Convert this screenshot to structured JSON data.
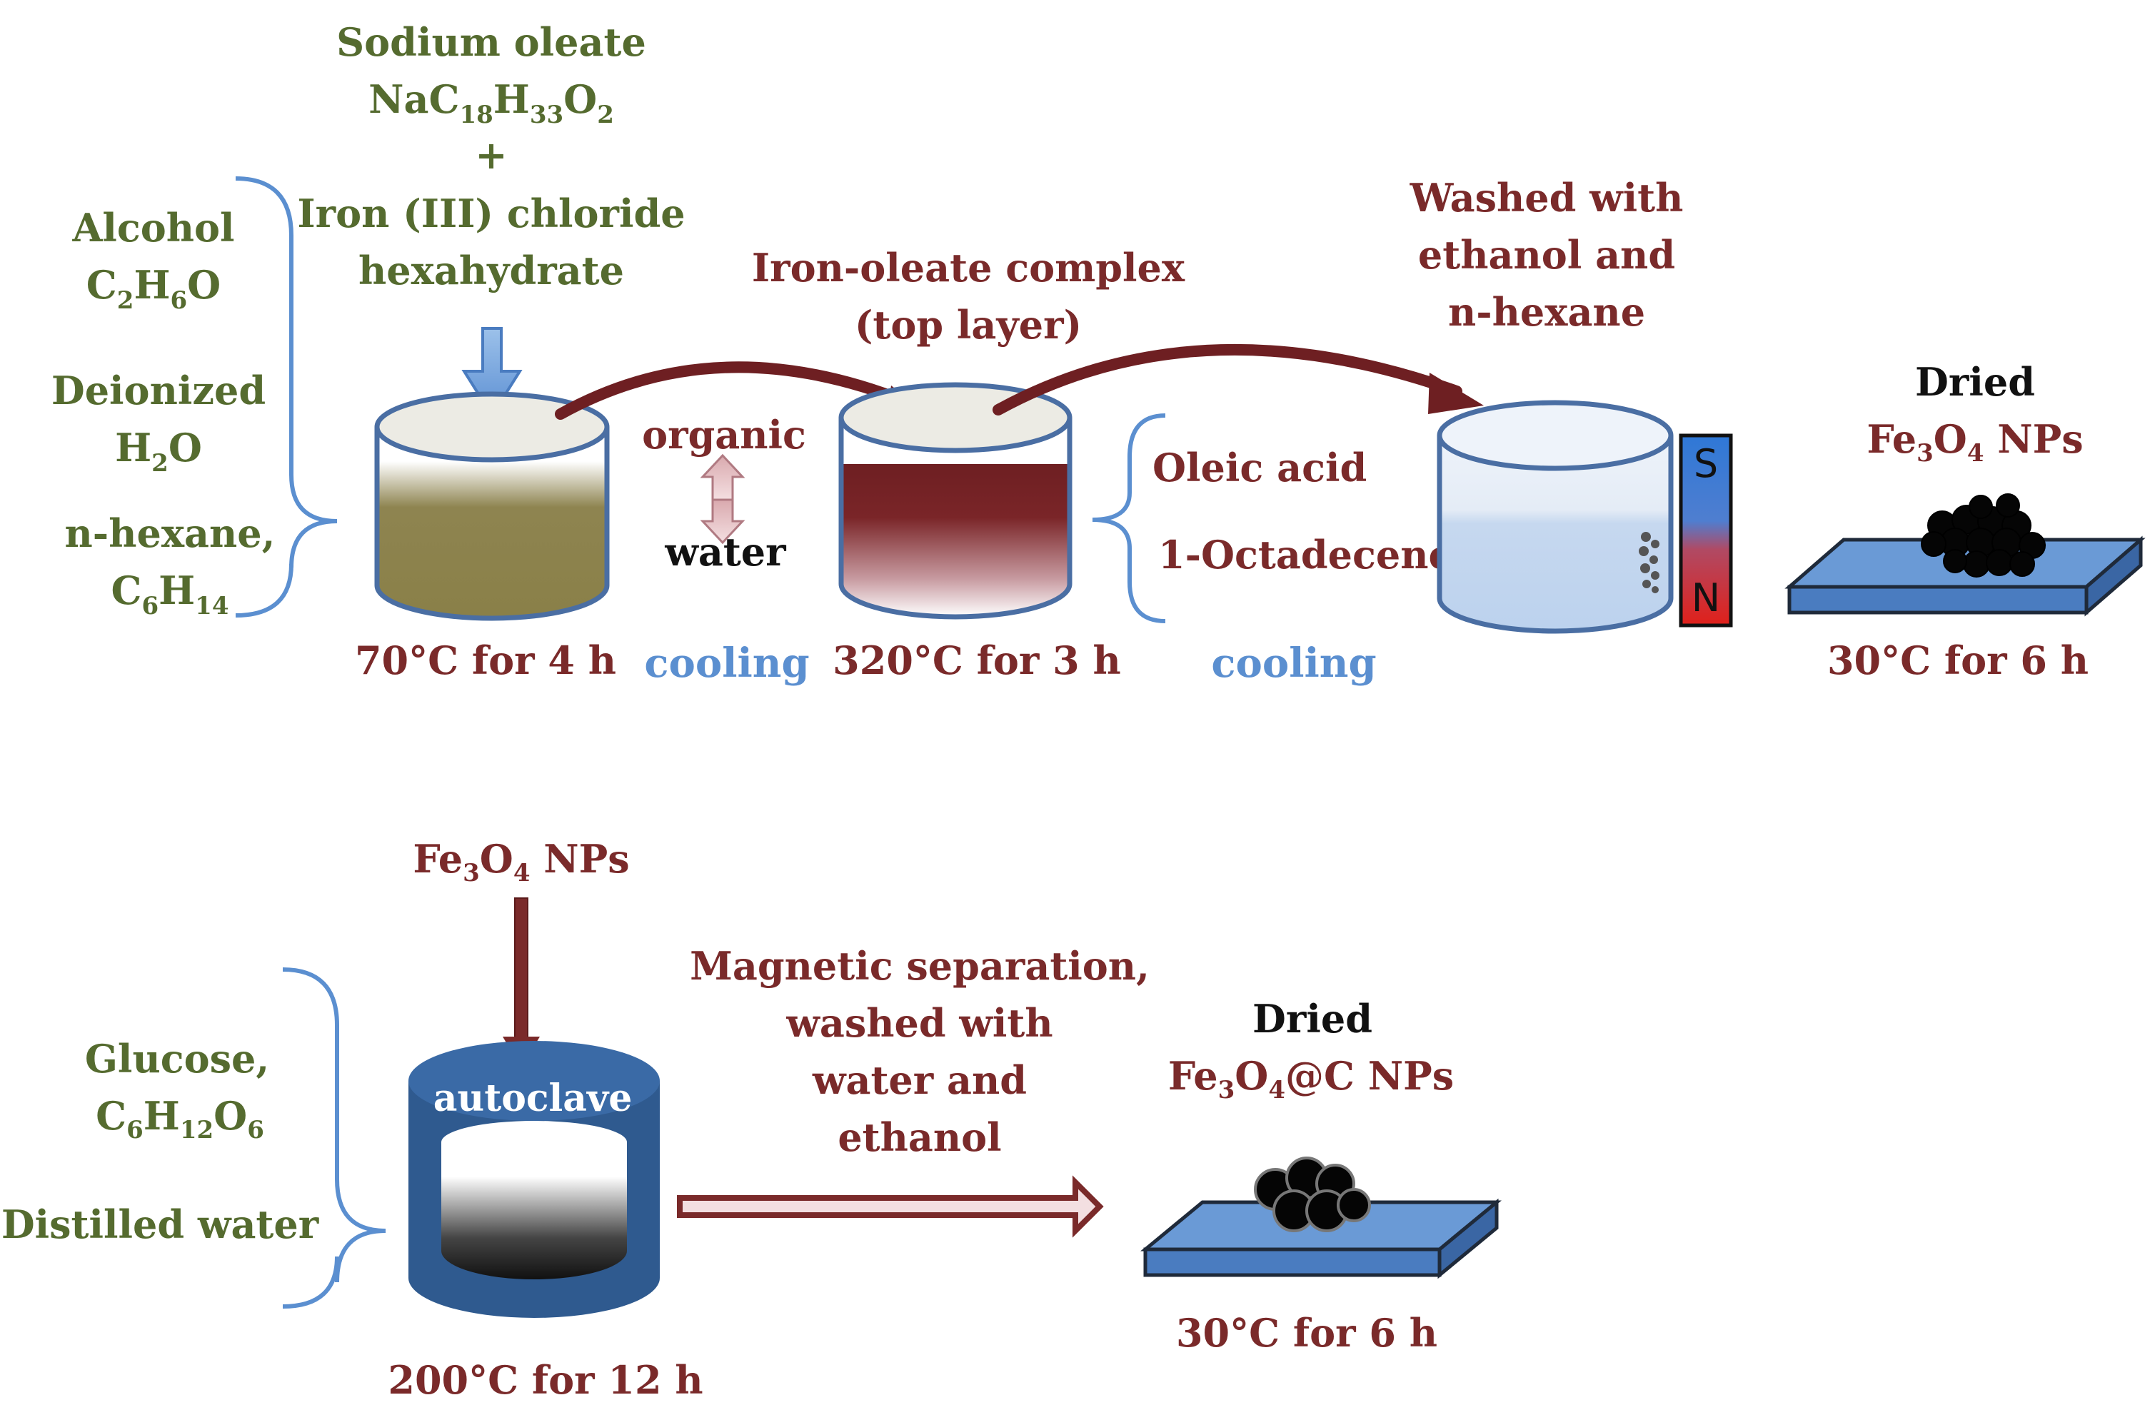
{
  "stage1": {
    "reagent_top": {
      "line1": "Sodium oleate",
      "line2_parts": [
        "NaC",
        "18",
        "H",
        "33",
        "O",
        "2"
      ],
      "plus": "+",
      "line3": "Iron (III) chloride",
      "line4": "hexahydrate"
    },
    "solvents": {
      "alcohol": "Alcohol",
      "alcohol_formula_parts": [
        "C",
        "2",
        "H",
        "6",
        "O"
      ],
      "water_label": "Deionized",
      "water_formula_parts": [
        "H",
        "2",
        "O"
      ],
      "hexane_label": "n-hexane,",
      "hexane_formula_parts": [
        "C",
        "6",
        "H",
        "14"
      ]
    },
    "beaker1_condition": "70°C for 4 h",
    "separation": {
      "organic": "organic",
      "water": "water"
    },
    "cooling_1": "cooling",
    "complex_label": {
      "line1": "Iron-oleate complex",
      "line2": "(top layer)"
    },
    "beaker2_condition": "320°C for 3 h",
    "additives": {
      "oleic": "Oleic acid",
      "octadecene": "1-Octadecene"
    },
    "cooling_2": "cooling",
    "wash_label": {
      "line1": "Washed with",
      "line2": "ethanol and",
      "line3": "n-hexane"
    },
    "magnet": {
      "south": "S",
      "north": "N"
    },
    "dried_label": "Dried",
    "product_parts": [
      "Fe",
      "3",
      "O",
      "4",
      " NPs"
    ],
    "dry_condition": "30°C for 6 h"
  },
  "stage2": {
    "input_parts": [
      "Fe",
      "3",
      "O",
      "4",
      " NPs"
    ],
    "glucose_label": "Glucose,",
    "glucose_formula_parts": [
      "C",
      "6",
      "H",
      "12",
      "O",
      "6"
    ],
    "distilled": "Distilled water",
    "autoclave": "autoclave",
    "autoclave_condition": "200°C for 12 h",
    "separation_label": {
      "line1": "Magnetic separation,",
      "line2": "washed with",
      "line3": "water and",
      "line4": "ethanol"
    },
    "dried_label": "Dried",
    "product_parts": [
      "Fe",
      "3",
      "O",
      "4",
      "@C NPs"
    ],
    "dry_condition": "30°C for 6 h"
  },
  "colors": {
    "green_text": "#556b2f",
    "brown_text": "#7a2a2a",
    "blue_text": "#5b8fd0",
    "bracket": "#5b8fd0",
    "autoclave": "#2f5a8f",
    "plate": "#4a7cc0",
    "olive_liquid": "#8e8450",
    "complex_liquid": "#6e1f22",
    "magnet_top": "#2f78d6",
    "magnet_bottom": "#e0201a"
  }
}
